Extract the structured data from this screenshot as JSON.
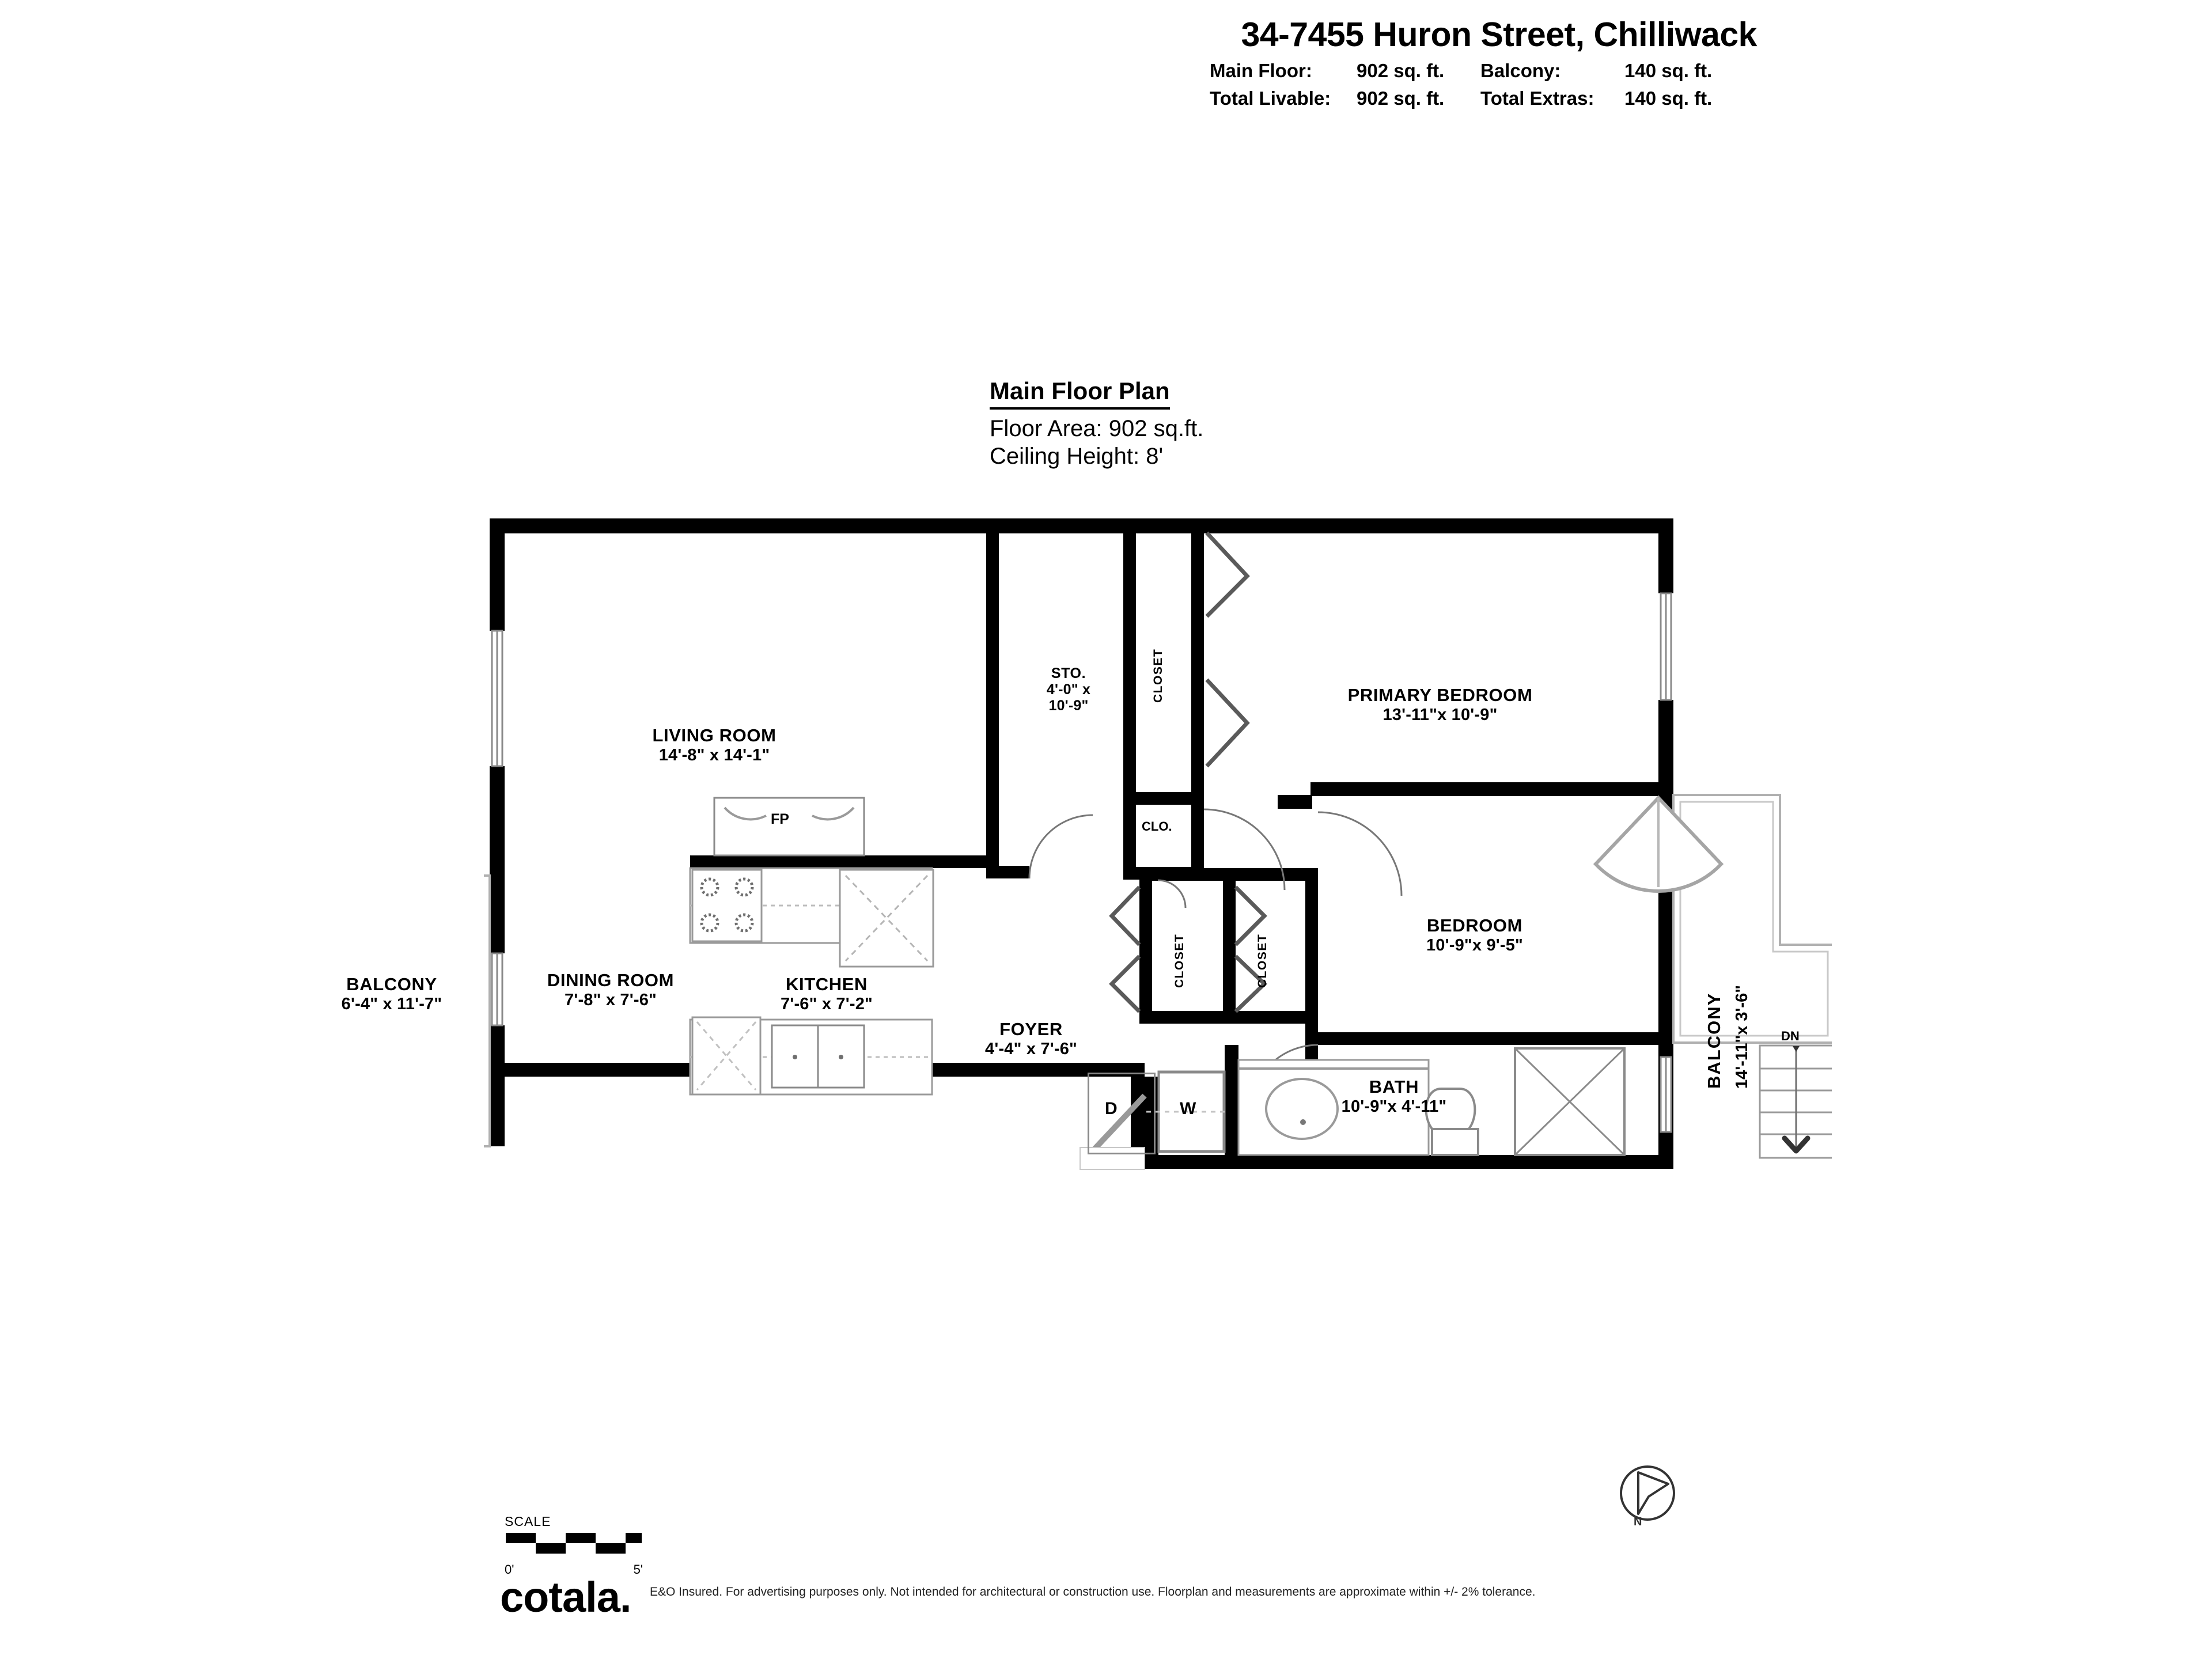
{
  "header": {
    "title": "34-7455 Huron Street, Chilliwack",
    "rows": [
      {
        "label1": "Main Floor:",
        "value1": "902 sq. ft.",
        "label2": "Balcony:",
        "value2": "140 sq. ft."
      },
      {
        "label1": "Total Livable:",
        "value1": "902 sq. ft.",
        "label2": "Total Extras:",
        "value2": "140 sq. ft."
      }
    ]
  },
  "plan_title": {
    "heading": "Main Floor Plan",
    "floor_area": "Floor Area: 902 sq.ft.",
    "ceiling_height": "Ceiling Height: 8'"
  },
  "rooms": {
    "living_room": {
      "name": "LIVING ROOM",
      "dims": "14'-8\" x 14'-1\""
    },
    "storage": {
      "name": "STO.",
      "dims_line1": "4'-0\" x",
      "dims_line2": "10'-9\""
    },
    "primary_bedroom": {
      "name": "PRIMARY BEDROOM",
      "dims": "13'-11\"x 10'-9\""
    },
    "bedroom": {
      "name": "BEDROOM",
      "dims": "10'-9\"x  9'-5\""
    },
    "dining_room": {
      "name": "DINING ROOM",
      "dims": "7'-8\" x 7'-6\""
    },
    "kitchen": {
      "name": "KITCHEN",
      "dims": "7'-6\" x 7'-2\""
    },
    "foyer": {
      "name": "FOYER",
      "dims": "4'-4\" x 7'-6\""
    },
    "bath": {
      "name": "BATH",
      "dims": "10'-9\"x 4'-11\""
    },
    "balcony_left": {
      "name": "BALCONY",
      "dims": "6'-4\" x 11'-7\""
    },
    "balcony_right": {
      "name": "BALCONY",
      "dims": "14'-11\"x 3'-6\""
    }
  },
  "annotations": {
    "closet_hall_top": "CLOSET",
    "closet_mid_left": "CLOSET",
    "closet_mid_right": "CLOSET",
    "clo": "CLO.",
    "fireplace": "FP",
    "dryer": "D",
    "washer": "W",
    "stairs_down": "DN",
    "north": "N"
  },
  "footer": {
    "scale_word": "SCALE",
    "scale_zero": "0'",
    "scale_five": "5'",
    "brand": "cotala.",
    "disclaimer": "E&O Insured. For advertising purposes only. Not intended for architectural or construction use. Floorplan and measurements are approximate within +/- 2% tolerance."
  },
  "colors": {
    "wall": "#000000",
    "fixture": "#8a8a8a",
    "background": "#ffffff"
  }
}
